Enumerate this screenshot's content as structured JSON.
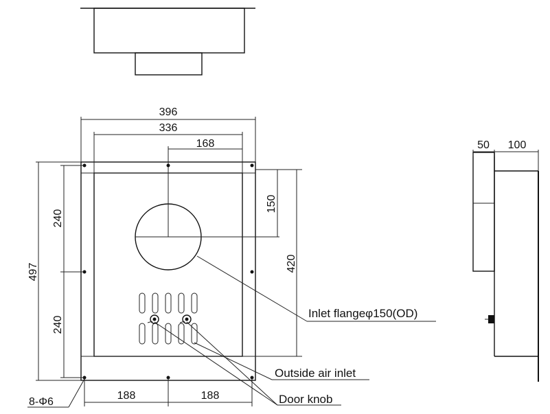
{
  "dimensions": {
    "overall_width": "396",
    "inner_width": "336",
    "center_offset": "168",
    "flange_from_top": "150",
    "overall_height": "497",
    "upper_pitch": "240",
    "lower_pitch": "240",
    "inner_height": "420",
    "bottom_left_pitch": "188",
    "bottom_right_pitch": "188",
    "hole_spec": "8-Φ6",
    "side_depth_a": "50",
    "side_depth_b": "100"
  },
  "callouts": {
    "inlet_flange": "Inlet flangeφ150(OD)",
    "outside_air_inlet": "Outside air inlet",
    "door_knob": "Door knob"
  }
}
